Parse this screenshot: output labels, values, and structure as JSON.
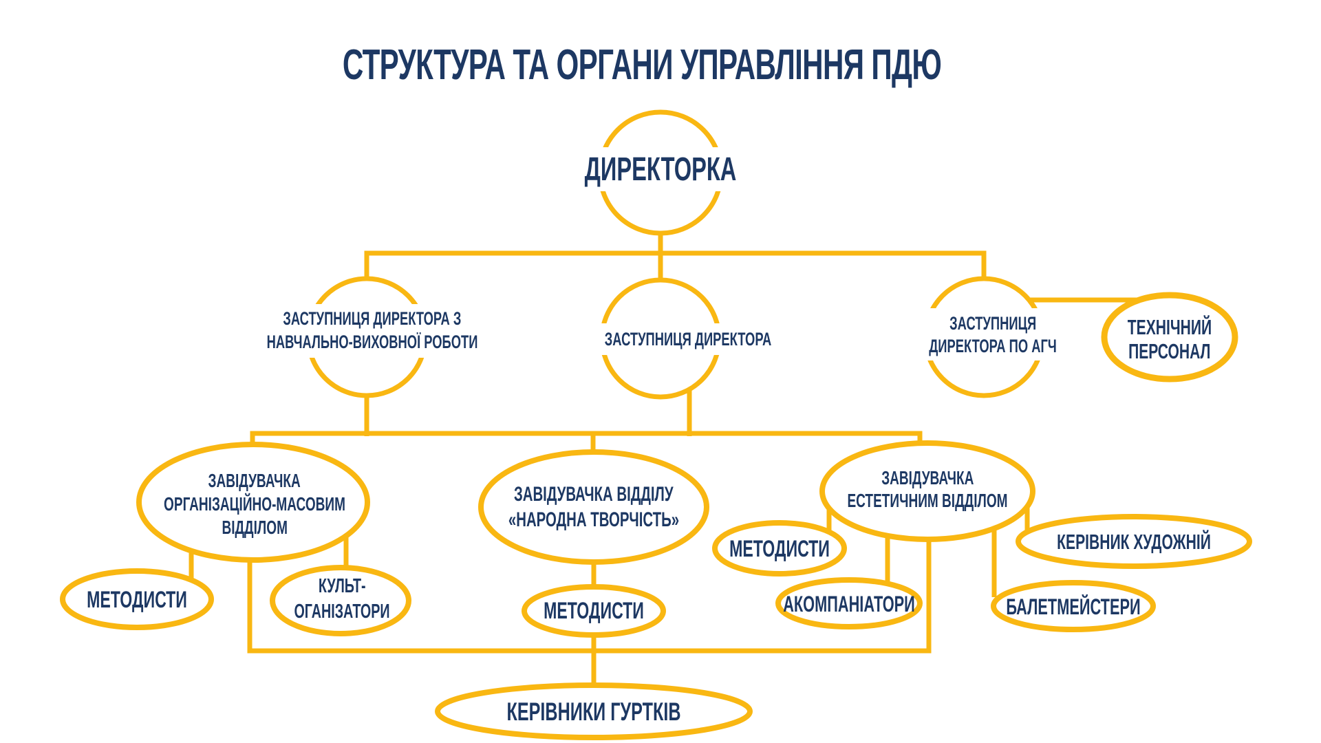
{
  "title": "СТРУКТУРА ТА ОРГАНИ УПРАВЛІННЯ ПДЮ",
  "colors": {
    "line": "#F9B712",
    "text": "#1D3863"
  },
  "nodes": {
    "director": {
      "label": "ДИРЕКТОРКА"
    },
    "deputy_edu": {
      "line1": "ЗАСТУПНИЦЯ ДИРЕКТОРА З",
      "line2": "НАВЧАЛЬНО-ВИХОВНОЇ РОБОТИ"
    },
    "deputy": {
      "label": "ЗАСТУПНИЦЯ ДИРЕКТОРА"
    },
    "deputy_agch": {
      "line1": "ЗАСТУПНИЦЯ",
      "line2": "ДИРЕКТОРА ПО АГЧ"
    },
    "tech_staff": {
      "line1": "ТЕХНІЧНИЙ",
      "line2": "ПЕРСОНАЛ"
    },
    "org_mass": {
      "line1": "ЗАВІДУВАЧКА",
      "line2": "ОРГАНІЗАЦІЙНО-МАСОВИМ",
      "line3": "ВІДДІЛОМ"
    },
    "folk": {
      "line1": "ЗАВІДУВАЧКА ВІДДІЛУ",
      "line2": "«НАРОДНА ТВОРЧІСТЬ»"
    },
    "esthetic": {
      "line1": "ЗАВІДУВАЧКА",
      "line2": "ЕСТЕТИЧНИМ ВІДДІЛОМ"
    },
    "methodists_left": {
      "label": "МЕТОДИСТИ"
    },
    "cult_org": {
      "line1": "КУЛЬТ-",
      "line2": "ОГАНІЗАТОРИ"
    },
    "methodists_mid": {
      "label": "МЕТОДИСТИ"
    },
    "methodists_right": {
      "label": "МЕТОДИСТИ"
    },
    "accompanists": {
      "label": "АКОМПАНІАТОРИ"
    },
    "ballet_masters": {
      "label": "БАЛЕТМЕЙСТЕРИ"
    },
    "art_director": {
      "label": "КЕРІВНИК ХУДОЖНІЙ"
    },
    "circle_leaders": {
      "label": "КЕРІВНИКИ ГУРТКІВ"
    }
  }
}
